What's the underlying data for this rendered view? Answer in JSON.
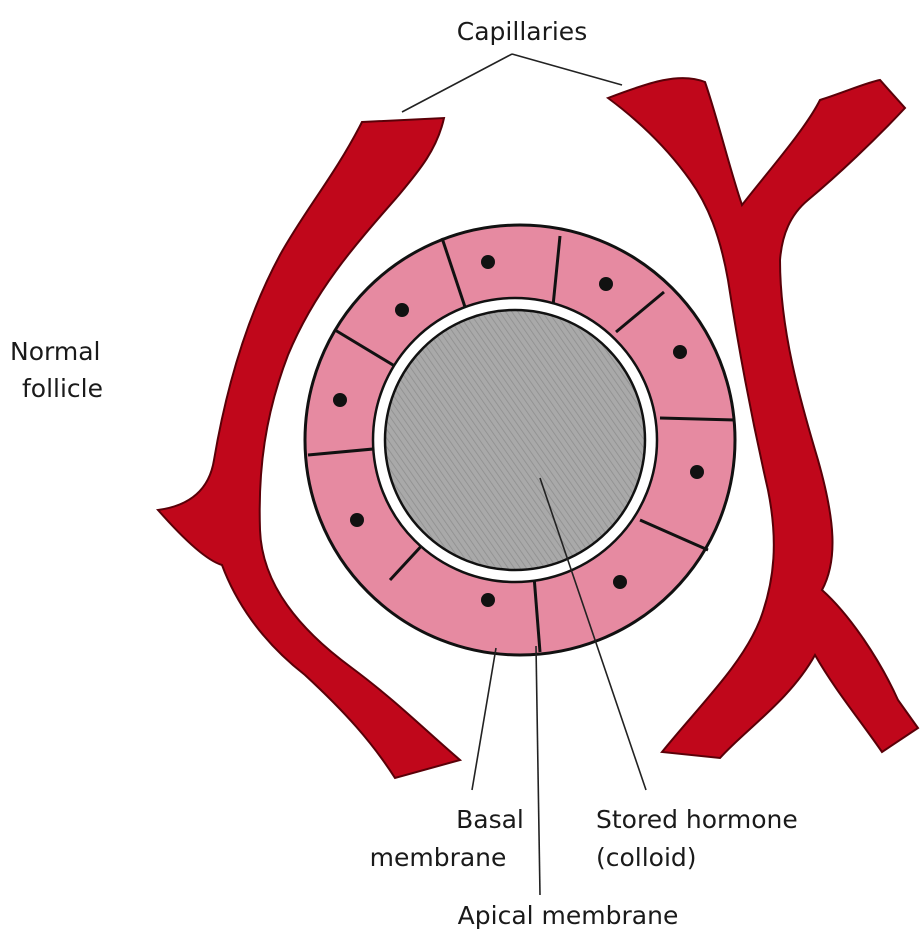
{
  "labels": {
    "capillaries": "Capillaries",
    "normal_follicle_line1": "Normal",
    "normal_follicle_line2": "follicle",
    "basal_line1": "Basal",
    "basal_line2": "membrane",
    "stored_line1": "Stored hormone",
    "stored_line2": "(colloid)",
    "apical": "Apical membrane"
  },
  "colors": {
    "capillary": "#c0071b",
    "cell": "#e68aa1",
    "colloid": "#a8a8a8",
    "nucleus": "#111111",
    "outline": "#111111"
  }
}
